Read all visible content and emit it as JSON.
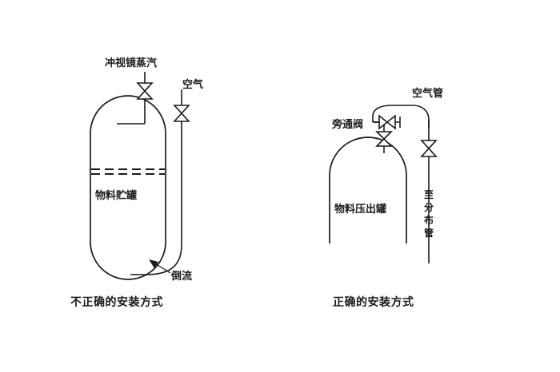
{
  "figure": {
    "title": "",
    "background_color": "#ffffff",
    "line_color": "#1a1a1a"
  },
  "panels": [
    {
      "id": "incorrect",
      "caption": "不正确的安装方式",
      "vessel_label": "物料贮罐",
      "vessel_shape": "vertical-capsule",
      "labels": {
        "steam_line": "冲视镜蒸汽",
        "air_line": "空气",
        "backflow": "倒流"
      },
      "valves": [
        {
          "name": "steam-valve",
          "orientation": "vertical",
          "symbol": "bowtie"
        },
        {
          "name": "air-valve",
          "orientation": "vertical",
          "symbol": "bowtie"
        }
      ],
      "liquid_level": "dashed-line"
    },
    {
      "id": "correct",
      "caption": "正确的安装方式",
      "vessel_label": "物料压出罐",
      "vessel_shape": "domed-top-tank",
      "labels": {
        "bypass_valve": "旁通阀",
        "air_pipe": "空气管",
        "to_distributor": "至分布管"
      },
      "valves": [
        {
          "name": "bypass-valve",
          "orientation": "vertical",
          "symbol": "bowtie"
        },
        {
          "name": "inline-bypass-valve",
          "orientation": "horizontal",
          "symbol": "bowtie"
        },
        {
          "name": "air-pipe-valve",
          "orientation": "vertical",
          "symbol": "bowtie"
        }
      ]
    }
  ]
}
